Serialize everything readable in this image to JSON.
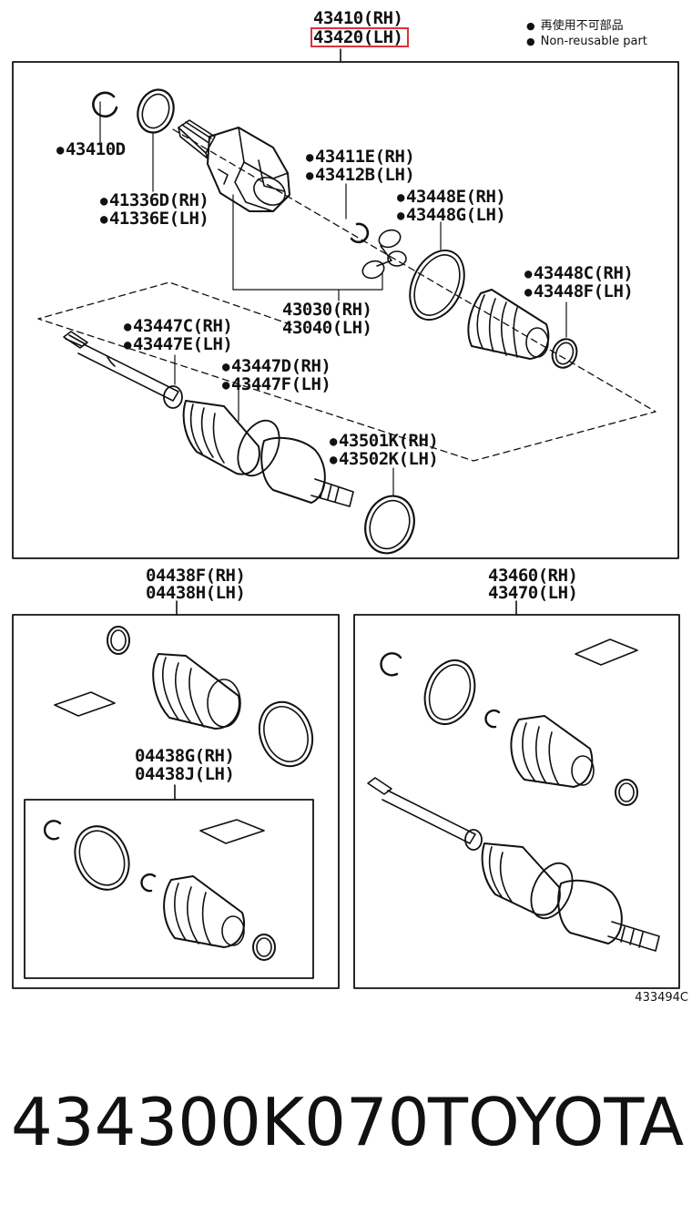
{
  "assembly": {
    "rh": "43410(RH)",
    "lh": "43420(LH)"
  },
  "legend": {
    "jp": "再使用不可部品",
    "en": "Non-reusable part"
  },
  "main_labels": {
    "c_ring": "43410D",
    "seal_rh": "41336D(RH)",
    "seal_lh": "41336E(LH)",
    "snap_rh": "43411E(RH)",
    "snap_lh": "43412B(LH)",
    "band_big_rh": "43448E(RH)",
    "band_big_lh": "43448G(LH)",
    "band_small_rh": "43448C(RH)",
    "band_small_lh": "43448F(LH)",
    "joint_rh": "43030(RH)",
    "joint_lh": "43040(LH)",
    "clamp_rh": "43447C(RH)",
    "clamp_lh": "43447E(LH)",
    "clamp2_rh": "43447D(RH)",
    "clamp2_lh": "43447F(LH)",
    "dust_rh": "43501K(RH)",
    "dust_lh": "43502K(LH)"
  },
  "kits": {
    "outer": {
      "rh": "04438F(RH)",
      "lh": "04438H(LH)"
    },
    "inner": {
      "rh": "04438G(RH)",
      "lh": "04438J(LH)"
    },
    "shaft": {
      "rh": "43460(RH)",
      "lh": "43470(LH)"
    }
  },
  "diagram_id": "433494C",
  "footer": {
    "part_number": "434300K070",
    "brand": "TOYOTA"
  }
}
